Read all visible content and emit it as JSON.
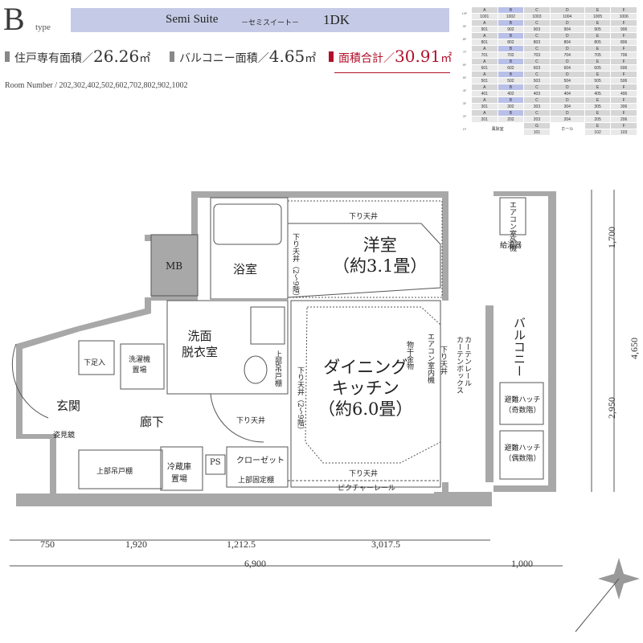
{
  "header": {
    "type_letter": "B",
    "type_sub": "type",
    "plan_name": "Semi Suite",
    "plan_name_kana": "－セミスイート－",
    "layout": "1DK"
  },
  "areas": {
    "private_label": "住戸専有面積／",
    "private_value": "26.26",
    "balcony_label": "バルコニー面積／",
    "balcony_value": "4.65",
    "total_label": "面積合計／",
    "total_value": "30.91",
    "unit": "㎡"
  },
  "room_numbers": "Room Number / 202,302,402,502,602,702,802,902,1002",
  "floor_table": {
    "floors": [
      {
        "floor": "10F",
        "units": [
          "1001",
          "1002",
          "1003",
          "1004",
          "1005",
          "1006"
        ]
      },
      {
        "floor": "9F",
        "units": [
          "901",
          "902",
          "903",
          "904",
          "905",
          "906"
        ]
      },
      {
        "floor": "8F",
        "units": [
          "801",
          "802",
          "803",
          "804",
          "805",
          "806"
        ]
      },
      {
        "floor": "7F",
        "units": [
          "701",
          "702",
          "703",
          "704",
          "705",
          "706"
        ]
      },
      {
        "floor": "6F",
        "units": [
          "601",
          "602",
          "603",
          "604",
          "605",
          "606"
        ]
      },
      {
        "floor": "5F",
        "units": [
          "501",
          "502",
          "503",
          "504",
          "505",
          "506"
        ]
      },
      {
        "floor": "4F",
        "units": [
          "401",
          "402",
          "403",
          "404",
          "405",
          "406"
        ]
      },
      {
        "floor": "3F",
        "units": [
          "301",
          "302",
          "303",
          "304",
          "305",
          "306"
        ]
      },
      {
        "floor": "2F",
        "units": [
          "201",
          "202",
          "203",
          "204",
          "205",
          "206"
        ]
      }
    ],
    "letters": [
      "A",
      "B",
      "C",
      "D",
      "E",
      "F"
    ],
    "first_floor": {
      "floor": "1F",
      "wind": "風除室",
      "hall": "ホール",
      "units_top": [
        "G",
        "",
        "E",
        "F"
      ],
      "units_bottom": [
        "101",
        "",
        "102",
        "103"
      ]
    },
    "highlight_color": "#b9c0e8"
  },
  "rooms": {
    "western": "洋室",
    "western_size": "（約3.1畳）",
    "dining": "ダイニング\nキッチン",
    "dining_size": "（約6.0畳）",
    "bath": "浴室",
    "wash": "洗面\n脱衣室",
    "entrance": "玄関",
    "corridor": "廊下",
    "balcony": "バルコニー",
    "mb": "MB",
    "washer": "洗濯機\n置場",
    "fridge": "冷蔵庫\n置場",
    "ps": "PS",
    "closet": "クローゼット",
    "shoebox": "下足入",
    "mirror": "姿見鏡"
  },
  "notes": {
    "drop_ceiling": "下り天井",
    "drop_ceiling_2_9": "下り天井（2〜9階）",
    "upper_cabinet": "上部吊戸棚",
    "upper_fixed_shelf": "上部固定棚",
    "picture_rail": "ピクチャーレール",
    "curtain": "カーテンレール\nカーテンボックス",
    "drying": "物干金物",
    "ac_indoor": "エアコン室内機",
    "ac_outdoor": "エアコン室外機",
    "water_heater": "給湯器",
    "hatch_odd": "避難ハッチ（奇数階）",
    "hatch_even": "避難ハッチ（偶数階）"
  },
  "dimensions": {
    "bottom": [
      "750",
      "1,920",
      "1,212.5",
      "3,017.5"
    ],
    "bottom_total": "6,900",
    "bottom_balcony": "1,000",
    "right": [
      "1,700",
      "2,950"
    ],
    "right_total": "4,650"
  },
  "colors": {
    "accent": "#c5cbe6",
    "total": "#b0102a",
    "wall": "#a8a8a8"
  }
}
